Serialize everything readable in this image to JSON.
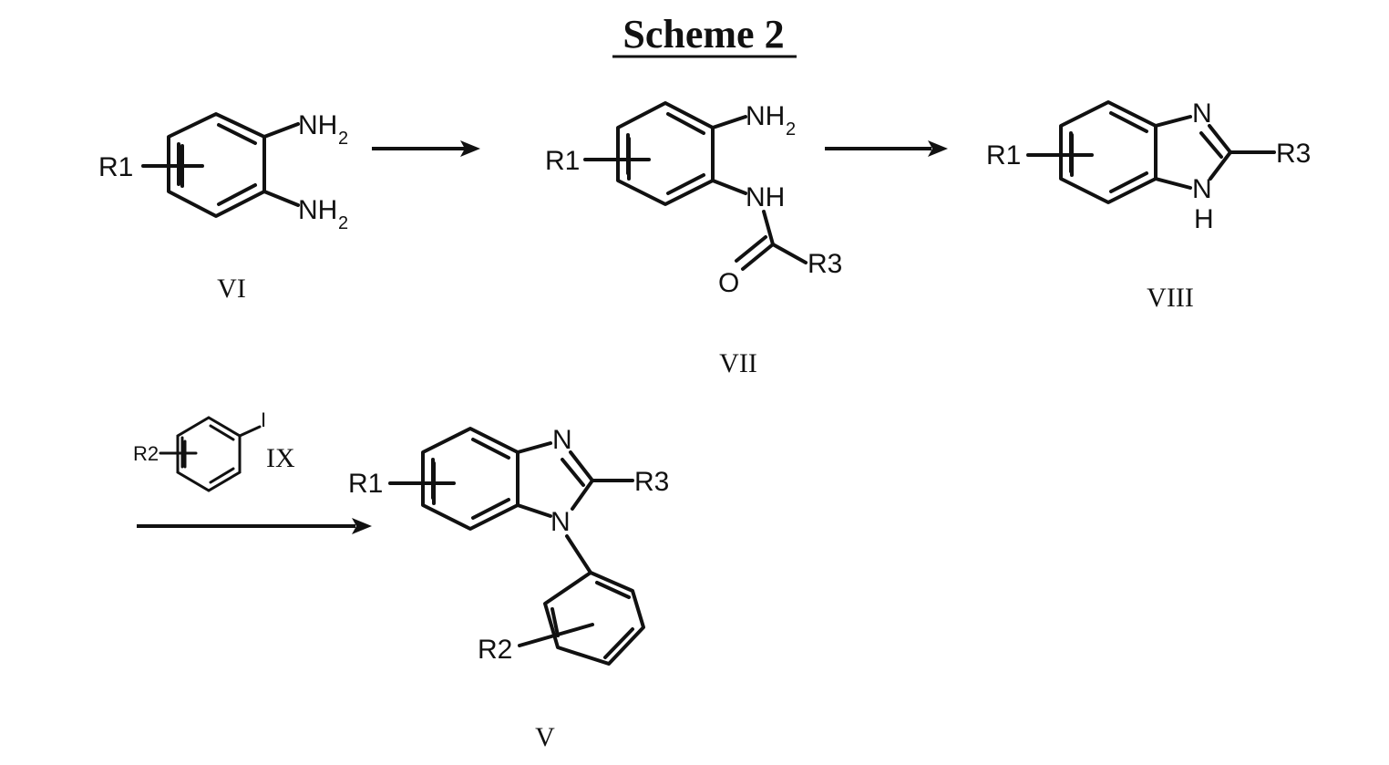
{
  "title": "Scheme 2",
  "compounds": {
    "vi": {
      "label": "VI",
      "substituent": "R1",
      "amine_top": "NH",
      "amine_bottom": "NH",
      "subscript": "2"
    },
    "vii": {
      "label": "VII",
      "substituent": "R1",
      "amine": "NH",
      "subscript": "2",
      "amide_nh": "NH",
      "oxygen": "O",
      "r_group": "R3"
    },
    "viii": {
      "label": "VIII",
      "substituent": "R1",
      "n_atom": "N",
      "nh_n": "N",
      "nh_h": "H",
      "r_group": "R3"
    },
    "ix": {
      "label": "IX",
      "substituent": "R2",
      "iodine": "I"
    },
    "v": {
      "label": "V",
      "substituent_r1": "R1",
      "n_atom": "N",
      "n1_atom": "N",
      "r_group": "R3",
      "substituent_r2": "R2"
    }
  }
}
